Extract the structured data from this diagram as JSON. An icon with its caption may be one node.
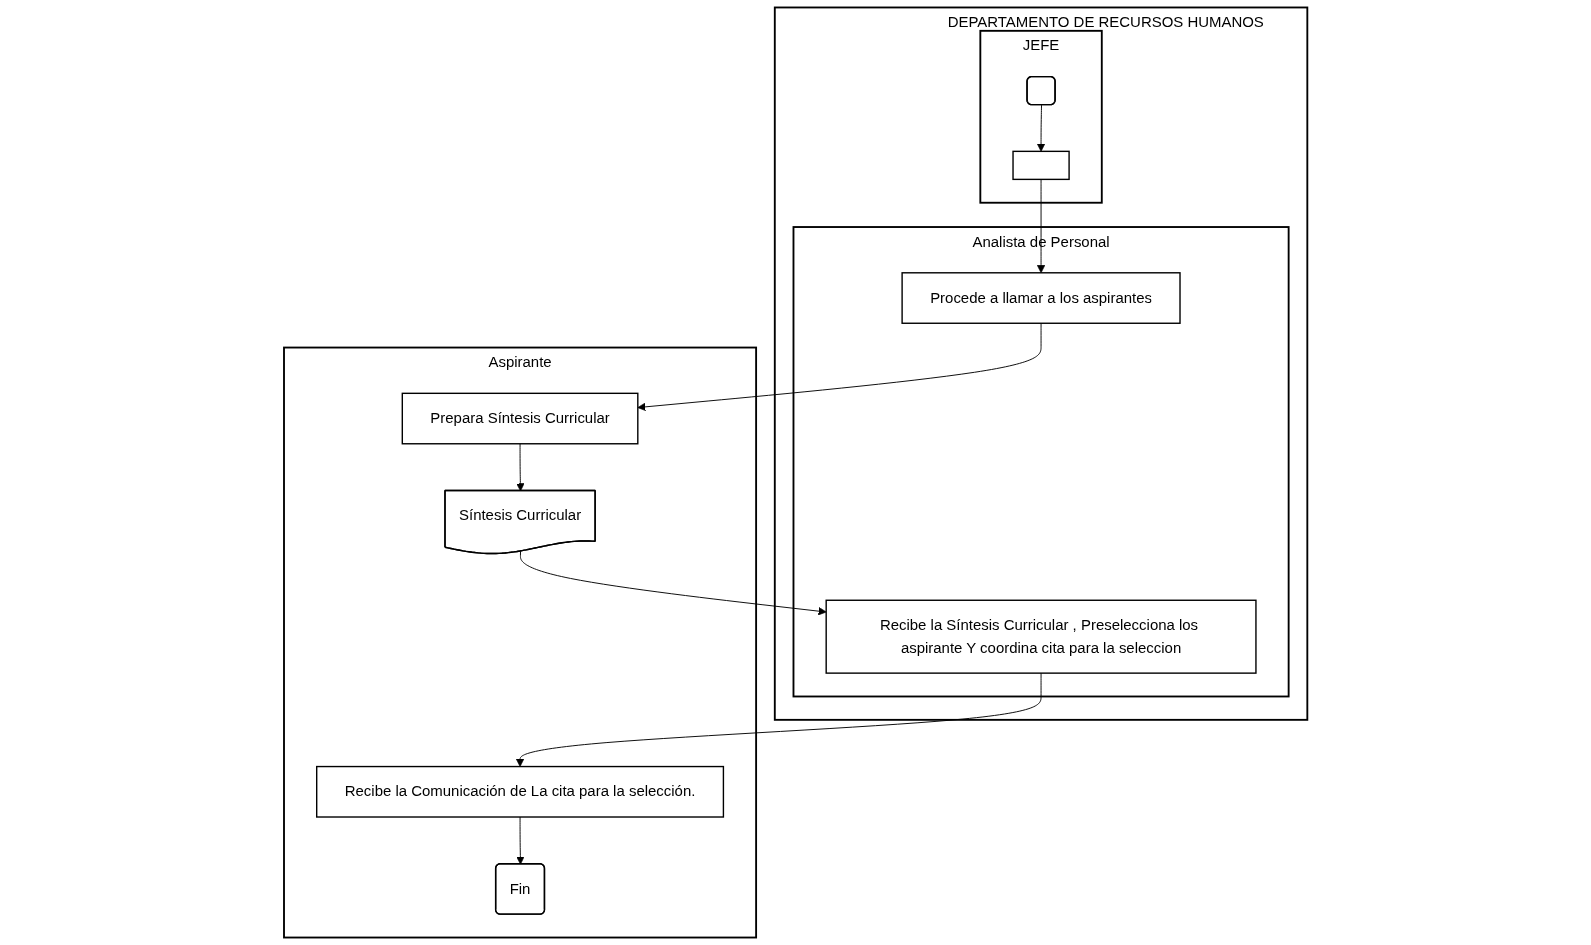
{
  "diagram": {
    "nodes": [
      {
        "text": [
          "DEPARTAMENTO DE RECURSOS HUMANOS"
        ]
      },
      {
        "text": [
          "JEFE"
        ],
        "in": 0
      },
      {
        "text": [
          "Analista de Personal"
        ],
        "in": 0
      },
      {
        "text": [
          "Aspirante"
        ]
      },
      {
        "text": [],
        "shape": "box",
        "in": 1
      },
      {
        "text": [],
        "shape": "box",
        "in": 1
      },
      {
        "text": [
          "Procede a llamar a los aspirantes"
        ],
        "in": 2
      },
      {
        "text": [
          "Prepara Síntesis Curricular"
        ],
        "in": 3
      },
      {
        "text": [
          "Síntesis Curricular"
        ],
        "in": 3
      },
      {
        "text": [
          "Recibe la Síntesis Curricular , Preselecciona los aspirante Y coordina cita para la seleccion"
        ],
        "in": 2
      },
      {
        "text": [
          "Recibe la Comunicación de La cita para la selección."
        ],
        "in": 3
      },
      {
        "text": [
          "Fin"
        ],
        "in": 3
      }
    ],
    "edges": [
      {
        "from": 4,
        "to": 5,
        "arrow": "to"
      },
      {
        "from": 5,
        "to": 6,
        "arrow": "to"
      },
      {
        "from": 6,
        "to": 7,
        "arrow": "to"
      },
      {
        "from": 7,
        "to": 8,
        "arrow": "to"
      },
      {
        "from": 8,
        "to": 9,
        "arrow": "to"
      },
      {
        "from": 9,
        "to": 10,
        "arrow": "to"
      },
      {
        "from": 10,
        "to": 11,
        "arrow": "to"
      }
    ]
  }
}
